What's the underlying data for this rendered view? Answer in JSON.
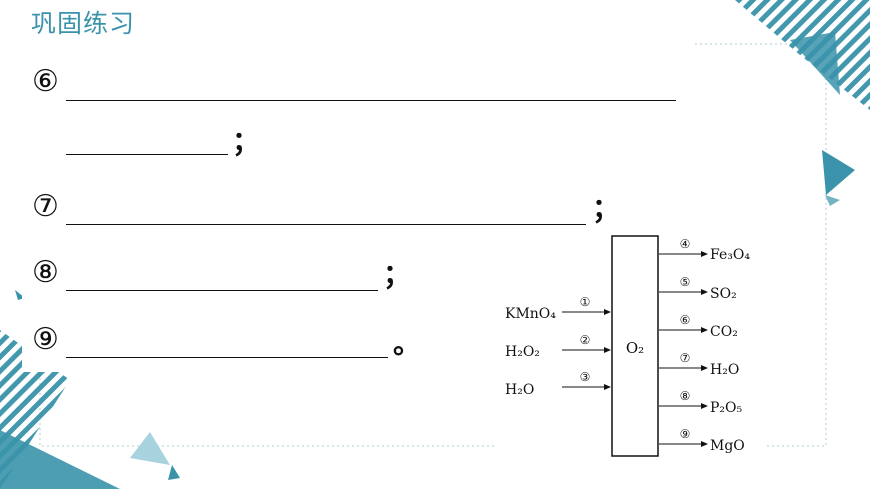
{
  "title": "巩固练习",
  "questions": [
    {
      "marker": "⑥",
      "end_punct": ""
    },
    {
      "marker": "",
      "end_punct": "；"
    },
    {
      "marker": "⑦",
      "end_punct": "；"
    },
    {
      "marker": "⑧",
      "end_punct": "；"
    },
    {
      "marker": "⑨",
      "end_punct": "。"
    }
  ],
  "diagram": {
    "center": "O₂",
    "inputs": [
      {
        "label": "KMnO₄",
        "num": "①"
      },
      {
        "label": "H₂O₂",
        "num": "②"
      },
      {
        "label": "H₂O",
        "num": "③"
      }
    ],
    "outputs": [
      {
        "label": "Fe₃O₄",
        "num": "④"
      },
      {
        "label": "SO₂",
        "num": "⑤"
      },
      {
        "label": "CO₂",
        "num": "⑥"
      },
      {
        "label": "H₂O",
        "num": "⑦"
      },
      {
        "label": "P₂O₅",
        "num": "⑧"
      },
      {
        "label": "MgO",
        "num": "⑨"
      }
    ]
  },
  "colors": {
    "accent": "#3a93aa",
    "accent_light": "#a7d3df",
    "grid": "#c9dde3"
  }
}
